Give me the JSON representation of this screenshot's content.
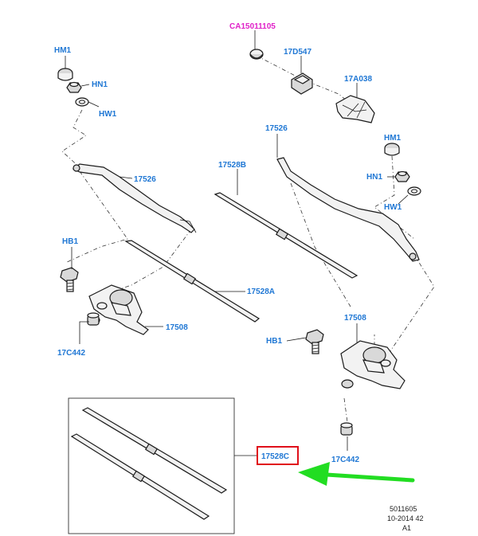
{
  "labels": {
    "ca15011105": "CA15011105",
    "hm1_left": "HM1",
    "hn1_left": "HN1",
    "hw1_left": "HW1",
    "p17d547": "17D547",
    "p17a038": "17A038",
    "p17526_left": "17526",
    "p17526_right": "17526",
    "p17528b": "17528B",
    "hm1_right": "HM1",
    "hn1_right": "HN1",
    "hw1_right": "HW1",
    "hb1_left": "HB1",
    "p17528a": "17528A",
    "p17508_left": "17508",
    "p17c442_left": "17C442",
    "p17508_right": "17508",
    "hb1_right": "HB1",
    "p17528c": "17528C",
    "p17c442_right": "17C442"
  },
  "footer": {
    "line1": "5011605",
    "line2": "10-2014 42",
    "line3": "A1"
  },
  "colors": {
    "label_blue": "#1f77d4",
    "label_magenta": "#e020c8",
    "highlight_red": "#e0101a",
    "arrow_green": "#22dd22"
  }
}
